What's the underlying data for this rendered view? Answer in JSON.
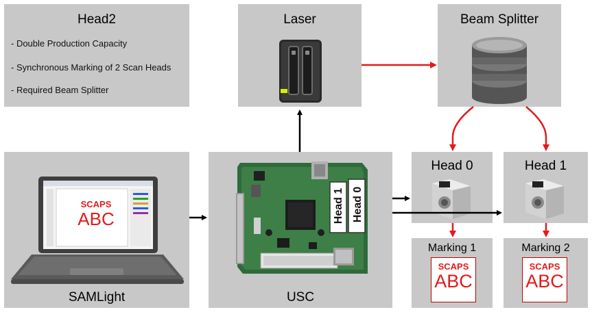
{
  "head2": {
    "title": "Head2",
    "bullets": [
      "- Double Production Capacity",
      "- Synchronous Marking of 2 Scan Heads",
      "- Required Beam Splitter"
    ]
  },
  "laser": {
    "title": "Laser"
  },
  "beam_splitter": {
    "title": "Beam Splitter"
  },
  "samlight": {
    "title": "SAMLight",
    "screen_text_1": "SCAPS",
    "screen_text_2": "ABC"
  },
  "usc": {
    "title": "USC",
    "connector_label_1": "Head 1",
    "connector_label_0": "Head 0"
  },
  "head0": {
    "title": "Head 0"
  },
  "head1": {
    "title": "Head 1"
  },
  "marking1": {
    "title": "Marking 1",
    "text_1": "SCAPS",
    "text_2": "ABC"
  },
  "marking2": {
    "title": "Marking 2",
    "text_1": "SCAPS",
    "text_2": "ABC"
  },
  "colors": {
    "box": "#c8c8c8",
    "laser_arrow": "#e31b1b",
    "signal_arrow": "#000000",
    "marking_text": "#e31b1b"
  }
}
